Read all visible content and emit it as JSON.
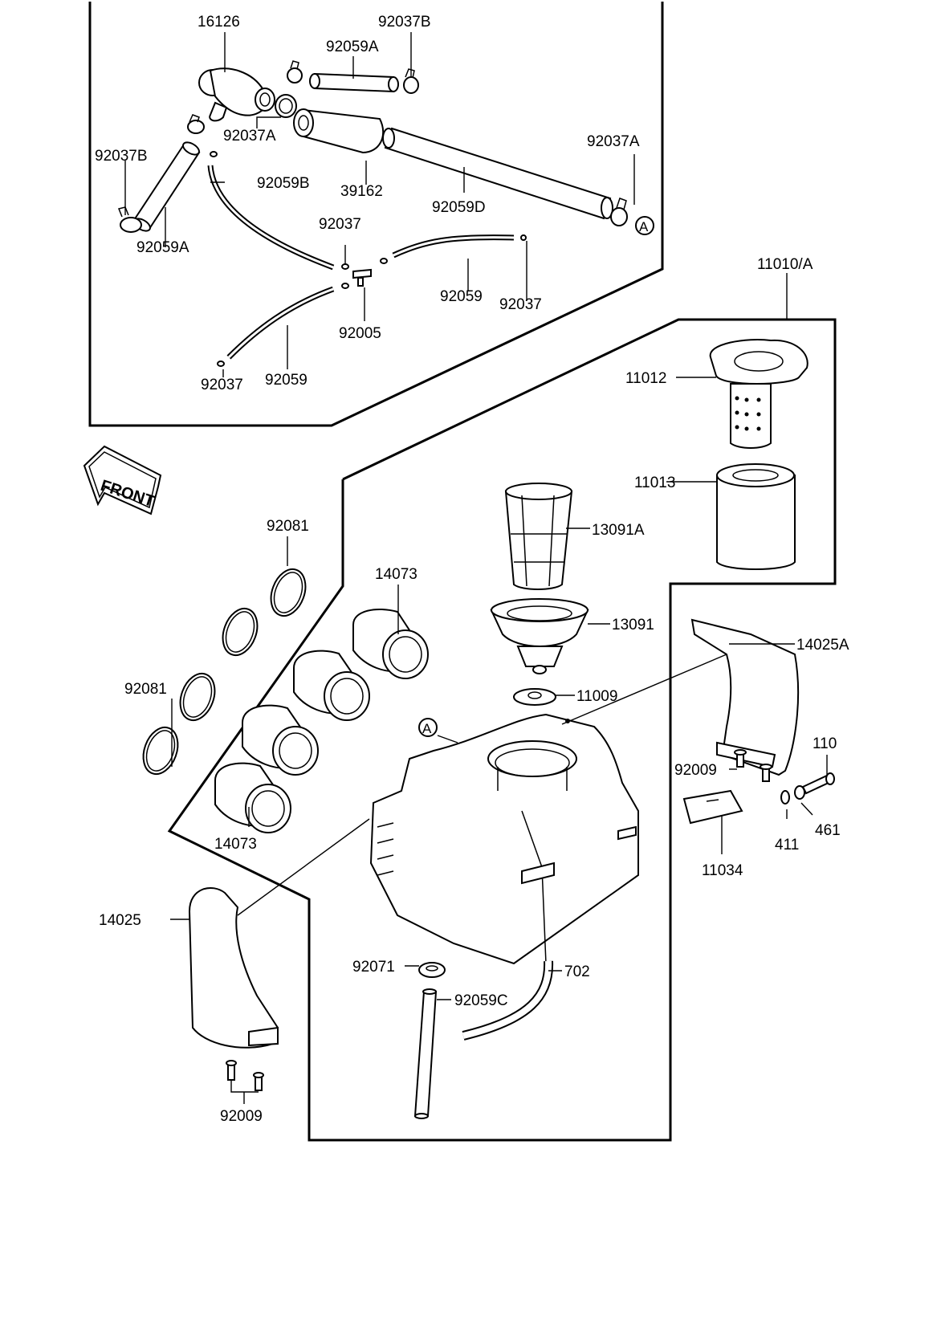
{
  "header_code": "",
  "callouts": {
    "c16126": "16126",
    "c92037B_top": "92037B",
    "c92059A_top": "92059A",
    "c92037A_mid": "92037A",
    "c92037A_right": "92037A",
    "c92037B_left": "92037B",
    "c92059B": "92059B",
    "c39162": "39162",
    "c92059D": "92059D",
    "c92059A_left": "92059A",
    "c92037_mid": "92037",
    "c92059_right": "92059",
    "c92037_right": "92037",
    "c92005": "92005",
    "c92037_bottom": "92037",
    "c92059_bottom": "92059",
    "c11010A": "11010/A",
    "c11012": "11012",
    "c11013": "11013",
    "c13091A": "13091A",
    "c13091": "13091",
    "c11009": "11009",
    "c14025A": "14025A",
    "c110": "110",
    "c92009_right": "92009",
    "c411": "411",
    "c461": "461",
    "c11034": "11034",
    "c92081_top": "92081",
    "c92081_left": "92081",
    "c14073_top": "14073",
    "c14073_bottom": "14073",
    "c14025": "14025",
    "c92071": "92071",
    "c92059C": "92059C",
    "c702": "702",
    "c92009_bottom": "92009"
  },
  "markers": {
    "ref_a_right": "A",
    "ref_a_box": "A"
  },
  "front_badge": "FRONT"
}
